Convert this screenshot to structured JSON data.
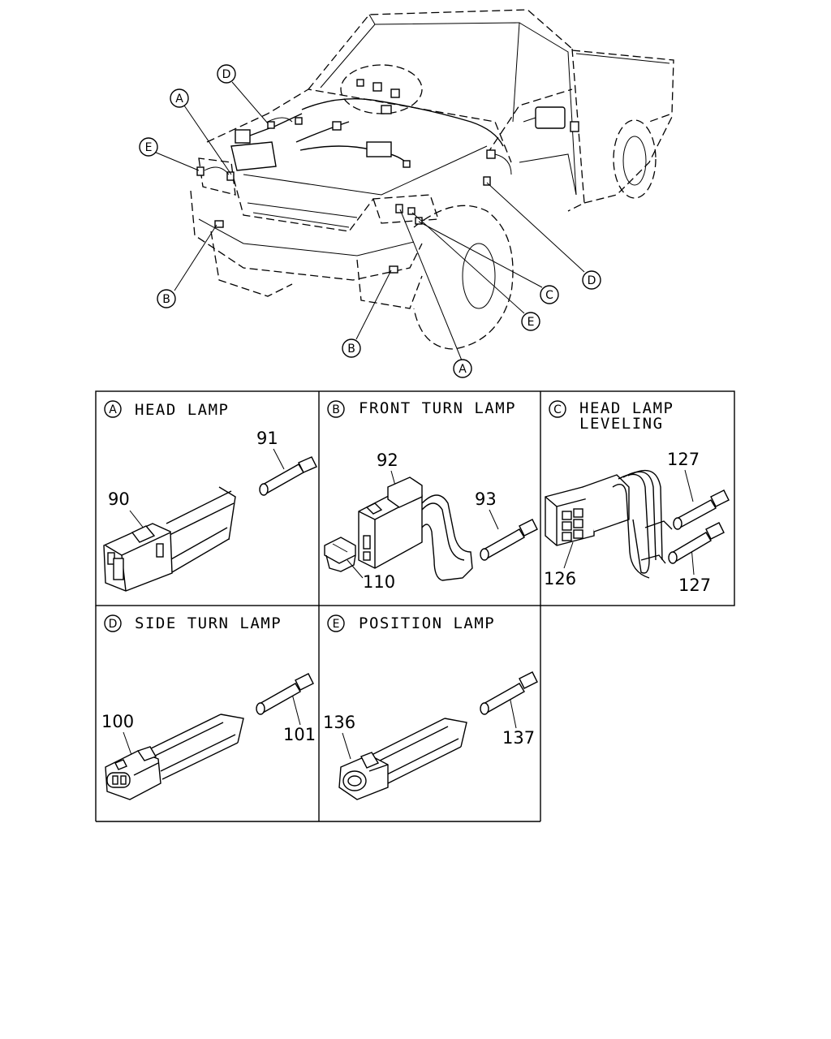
{
  "callouts": {
    "A": "A",
    "B": "B",
    "C": "C",
    "D": "D",
    "E": "E"
  },
  "panels": {
    "head_lamp": {
      "letter": "A",
      "title": "HEAD LAMP",
      "parts": [
        "91",
        "90"
      ]
    },
    "front_turn_lamp": {
      "letter": "B",
      "title": "FRONT TURN LAMP",
      "parts": [
        "92",
        "93",
        "110"
      ]
    },
    "head_lamp_leveling": {
      "letter": "C",
      "title_line1": "HEAD LAMP",
      "title_line2": "LEVELING",
      "parts": [
        "127",
        "126",
        "127"
      ]
    },
    "side_turn_lamp": {
      "letter": "D",
      "title": "SIDE TURN LAMP",
      "parts": [
        "100",
        "101"
      ]
    },
    "position_lamp": {
      "letter": "E",
      "title": "POSITION LAMP",
      "parts": [
        "136",
        "137"
      ]
    }
  }
}
